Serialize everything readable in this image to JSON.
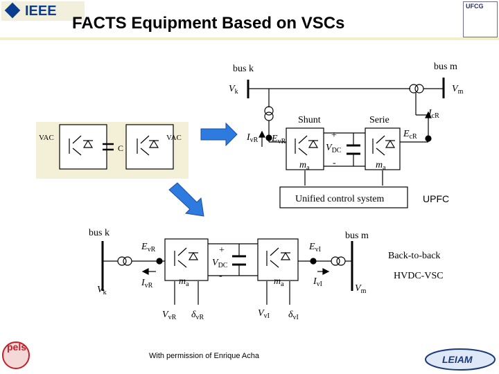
{
  "title": "FACTS Equipment Based on VSCs",
  "logos": {
    "ieee": "IEEE",
    "pels": "pels",
    "ufcg": "UFCG",
    "leiam": "LEIAM"
  },
  "vsc_block": {
    "vac_left": "VAC",
    "vac_right": "VAC",
    "c": "C"
  },
  "upfc": {
    "bus_k": "bus k",
    "bus_m": "bus m",
    "vk": "V",
    "vk_sub": "k",
    "vm": "V",
    "vm_sub": "m",
    "shunt": "Shunt",
    "serie": "Serie",
    "ivr": "I",
    "ivr_sub": "vR",
    "evr": "E",
    "evr_sub": "vR",
    "vdc": "V",
    "vdc_sub": "DC",
    "plus": "+",
    "minus": "-",
    "ma1": "m",
    "ma1_sub": "a",
    "ma2": "m",
    "ma2_sub": "a",
    "ecr": "E",
    "ecr_sub": "cR",
    "icr": "I",
    "icr_sub": "cR",
    "control": "Unified control system",
    "label": "UPFC"
  },
  "btb": {
    "bus_k": "bus k",
    "bus_m": "bus m",
    "evr": "E",
    "evr_sub": "vR",
    "ivr": "I",
    "ivr_sub": "vR",
    "vk": "V",
    "vk_sub": "k",
    "vm": "V",
    "vm_sub": "m",
    "vdc": "V",
    "vdc_sub": "DC",
    "plus": "+",
    "minus": "-",
    "ma1": "m",
    "ma1_sub": "a",
    "ma2": "m",
    "ma2_sub": "a",
    "evi": "E",
    "evi_sub": "vI",
    "ivi": "I",
    "ivi_sub": "vI",
    "vvr": "V",
    "vvr_sub": "vR",
    "dvr": "δ",
    "dvr_sub": "vR",
    "vvi": "V",
    "vvi_sub": "vI",
    "dvi": "δ",
    "dvi_sub": "vI",
    "label1": "Back-to-back",
    "label2": "HVDC-VSC"
  },
  "credit": "With permission of Enrique Acha"
}
